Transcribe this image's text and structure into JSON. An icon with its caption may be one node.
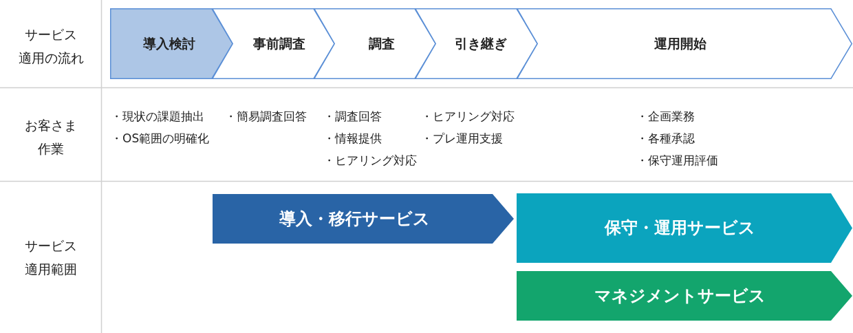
{
  "diagram": {
    "nodes": [
      {
        "text": [
          "導入検討"
        ]
      },
      {
        "text": [
          "事前調査"
        ]
      },
      {
        "text": [
          "調査"
        ]
      },
      {
        "text": [
          "引き継ぎ"
        ]
      },
      {
        "text": [
          "運用開始"
        ]
      },
      {
        "text": [
          "導入・移行サービス"
        ]
      },
      {
        "text": [
          "保守・運用サービス"
        ]
      },
      {
        "text": [
          "マネジメントサービス"
        ]
      }
    ],
    "labels": [
      "サービス適用の流れ",
      "お客さま作業",
      "・現状の課題抽出",
      "・OS範囲の明確化",
      "・簡易調査回答",
      "・調査回答",
      "・情報提供",
      "・ヒアリング対応",
      "・ヒアリング対応",
      "・プレ運用支援",
      "・企画業務",
      "・各種承認",
      "・保守運用評価",
      "サービス適用範囲"
    ]
  }
}
